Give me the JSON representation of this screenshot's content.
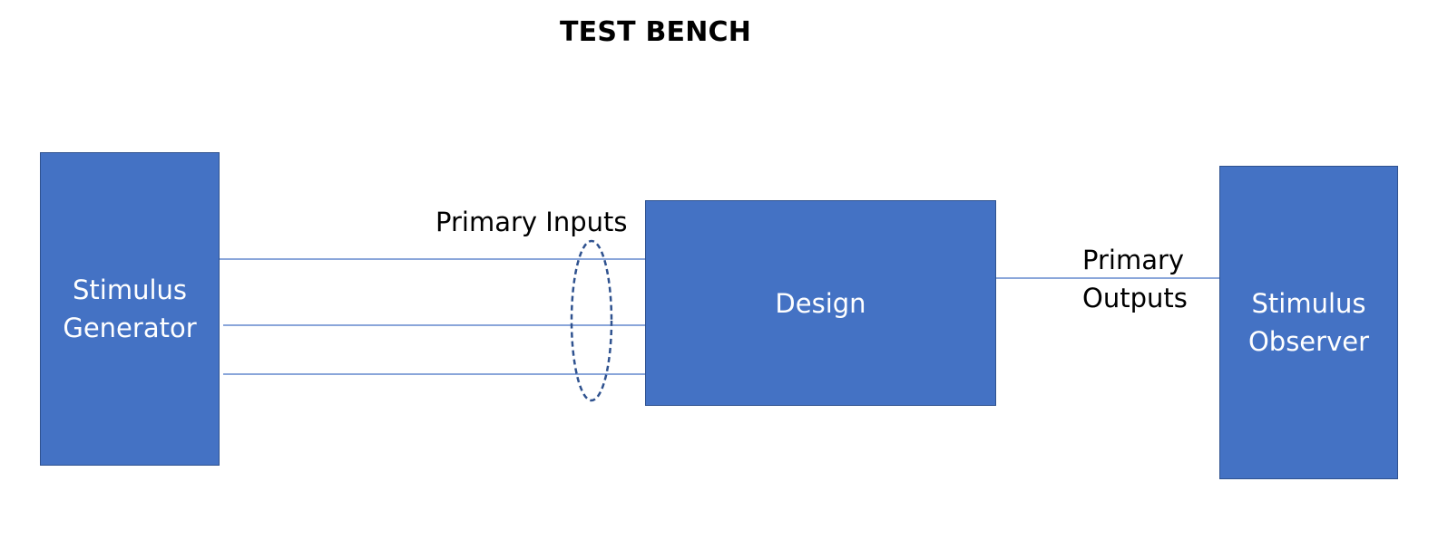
{
  "title": "TEST BENCH",
  "colors": {
    "block_fill": "#4472c4",
    "block_border": "#2f528f",
    "connector": "#4472c4",
    "bundle_outline": "#2f528f",
    "text_dark": "#000000",
    "text_light": "#ffffff"
  },
  "blocks": {
    "generator": {
      "line1": "Stimulus",
      "line2": "Generator"
    },
    "design": {
      "label": "Design"
    },
    "observer": {
      "line1": "Stimulus",
      "line2": "Observer"
    }
  },
  "labels": {
    "primary_inputs": "Primary Inputs",
    "primary_outputs": {
      "line1": "Primary",
      "line2": "Outputs"
    }
  }
}
